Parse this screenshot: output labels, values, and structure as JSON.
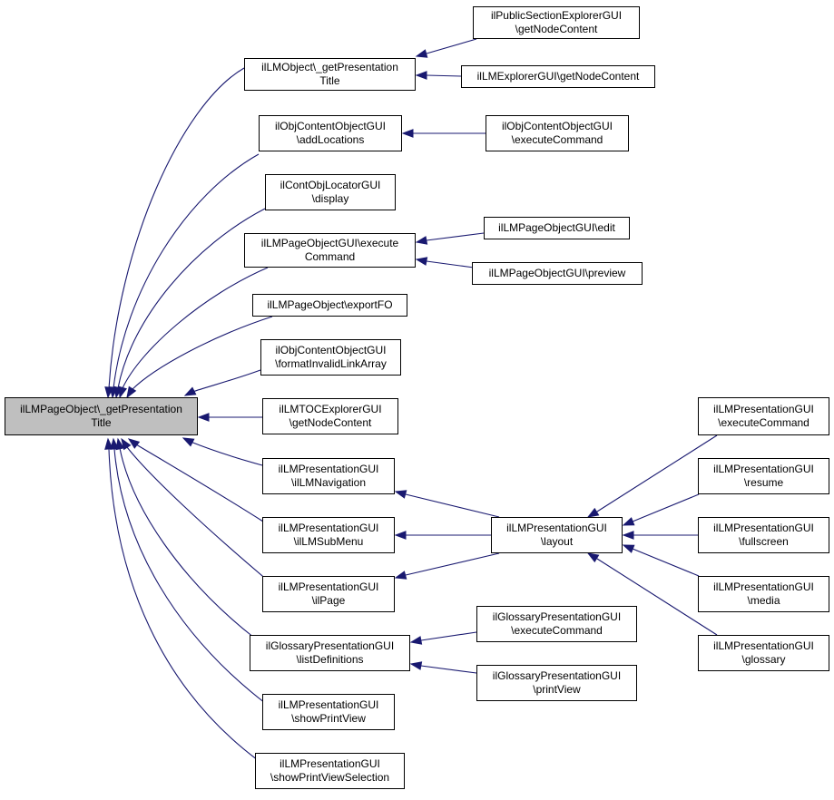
{
  "graph": {
    "edge_color": "#191970",
    "root_fill": "#bfbfbf",
    "nodes": [
      {
        "id": "root",
        "lines": [
          "ilLMPageObject\\_getPresentation",
          "Title"
        ]
      },
      {
        "id": "lmobject_gpt",
        "lines": [
          "ilLMObject\\_getPresentation",
          "Title"
        ]
      },
      {
        "id": "pub_section",
        "lines": [
          "ilPublicSectionExplorerGUI",
          "\\getNodeContent"
        ]
      },
      {
        "id": "lm_explorer",
        "lines": [
          "ilLMExplorerGUI\\getNodeContent"
        ]
      },
      {
        "id": "obj_add",
        "lines": [
          "ilObjContentObjectGUI",
          "\\addLocations"
        ]
      },
      {
        "id": "obj_exec",
        "lines": [
          "ilObjContentObjectGUI",
          "\\executeCommand"
        ]
      },
      {
        "id": "locator",
        "lines": [
          "ilContObjLocatorGUI",
          "\\display"
        ]
      },
      {
        "id": "pog_exec",
        "lines": [
          "ilLMPageObjectGUI\\execute",
          "Command"
        ]
      },
      {
        "id": "pog_edit",
        "lines": [
          "ilLMPageObjectGUI\\edit"
        ]
      },
      {
        "id": "pog_preview",
        "lines": [
          "ilLMPageObjectGUI\\preview"
        ]
      },
      {
        "id": "export_fo",
        "lines": [
          "ilLMPageObject\\exportFO"
        ]
      },
      {
        "id": "obj_format",
        "lines": [
          "ilObjContentObjectGUI",
          "\\formatInvalidLinkArray"
        ]
      },
      {
        "id": "toc",
        "lines": [
          "ilLMTOCExplorerGUI",
          "\\getNodeContent"
        ]
      },
      {
        "id": "pres_nav",
        "lines": [
          "ilLMPresentationGUI",
          "\\ilLMNavigation"
        ]
      },
      {
        "id": "pres_sub",
        "lines": [
          "ilLMPresentationGUI",
          "\\ilLMSubMenu"
        ]
      },
      {
        "id": "pres_page",
        "lines": [
          "ilLMPresentationGUI",
          "\\ilPage"
        ]
      },
      {
        "id": "pres_layout",
        "lines": [
          "ilLMPresentationGUI",
          "\\layout"
        ]
      },
      {
        "id": "pres_exec",
        "lines": [
          "ilLMPresentationGUI",
          "\\executeCommand"
        ]
      },
      {
        "id": "pres_resume",
        "lines": [
          "ilLMPresentationGUI",
          "\\resume"
        ]
      },
      {
        "id": "pres_full",
        "lines": [
          "ilLMPresentationGUI",
          "\\fullscreen"
        ]
      },
      {
        "id": "pres_media",
        "lines": [
          "ilLMPresentationGUI",
          "\\media"
        ]
      },
      {
        "id": "pres_gloss",
        "lines": [
          "ilLMPresentationGUI",
          "\\glossary"
        ]
      },
      {
        "id": "glo_list",
        "lines": [
          "ilGlossaryPresentationGUI",
          "\\listDefinitions"
        ]
      },
      {
        "id": "glo_exec",
        "lines": [
          "ilGlossaryPresentationGUI",
          "\\executeCommand"
        ]
      },
      {
        "id": "glo_print",
        "lines": [
          "ilGlossaryPresentationGUI",
          "\\printView"
        ]
      },
      {
        "id": "pres_print",
        "lines": [
          "ilLMPresentationGUI",
          "\\showPrintView"
        ]
      },
      {
        "id": "pres_print_sel",
        "lines": [
          "ilLMPresentationGUI",
          "\\showPrintViewSelection"
        ]
      }
    ],
    "edges": [
      {
        "from": "lmobject_gpt",
        "to": "root"
      },
      {
        "from": "obj_add",
        "to": "root"
      },
      {
        "from": "locator",
        "to": "root"
      },
      {
        "from": "pog_exec",
        "to": "root"
      },
      {
        "from": "export_fo",
        "to": "root"
      },
      {
        "from": "obj_format",
        "to": "root"
      },
      {
        "from": "toc",
        "to": "root"
      },
      {
        "from": "pres_nav",
        "to": "root"
      },
      {
        "from": "pres_sub",
        "to": "root"
      },
      {
        "from": "pres_page",
        "to": "root"
      },
      {
        "from": "glo_list",
        "to": "root"
      },
      {
        "from": "pres_print",
        "to": "root"
      },
      {
        "from": "pres_print_sel",
        "to": "root"
      },
      {
        "from": "pub_section",
        "to": "lmobject_gpt"
      },
      {
        "from": "lm_explorer",
        "to": "lmobject_gpt"
      },
      {
        "from": "obj_exec",
        "to": "obj_add"
      },
      {
        "from": "pog_edit",
        "to": "pog_exec"
      },
      {
        "from": "pog_preview",
        "to": "pog_exec"
      },
      {
        "from": "pres_layout",
        "to": "pres_nav"
      },
      {
        "from": "pres_layout",
        "to": "pres_sub"
      },
      {
        "from": "pres_layout",
        "to": "pres_page"
      },
      {
        "from": "pres_exec",
        "to": "pres_layout"
      },
      {
        "from": "pres_resume",
        "to": "pres_layout"
      },
      {
        "from": "pres_full",
        "to": "pres_layout"
      },
      {
        "from": "pres_media",
        "to": "pres_layout"
      },
      {
        "from": "pres_gloss",
        "to": "pres_layout"
      },
      {
        "from": "glo_exec",
        "to": "glo_list"
      },
      {
        "from": "glo_print",
        "to": "glo_list"
      }
    ]
  }
}
